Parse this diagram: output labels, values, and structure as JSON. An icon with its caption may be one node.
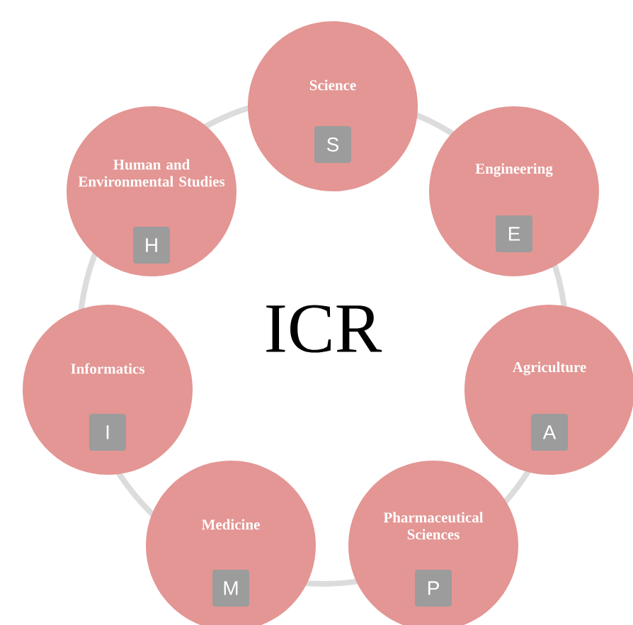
{
  "diagram": {
    "nodes": [
      {
        "text": [
          "Science",
          "S"
        ]
      },
      {
        "text": [
          "Engineering",
          "E"
        ]
      },
      {
        "text": [
          "Agriculture",
          "A"
        ]
      },
      {
        "text": [
          "Pharmaceutical Sciences",
          "P"
        ]
      },
      {
        "text": [
          "Medicine",
          "M"
        ]
      },
      {
        "text": [
          "Informatics",
          "I"
        ]
      },
      {
        "text": [
          "Human and Environmental Studies",
          "H"
        ]
      }
    ],
    "labels": [
      "ICR"
    ]
  }
}
